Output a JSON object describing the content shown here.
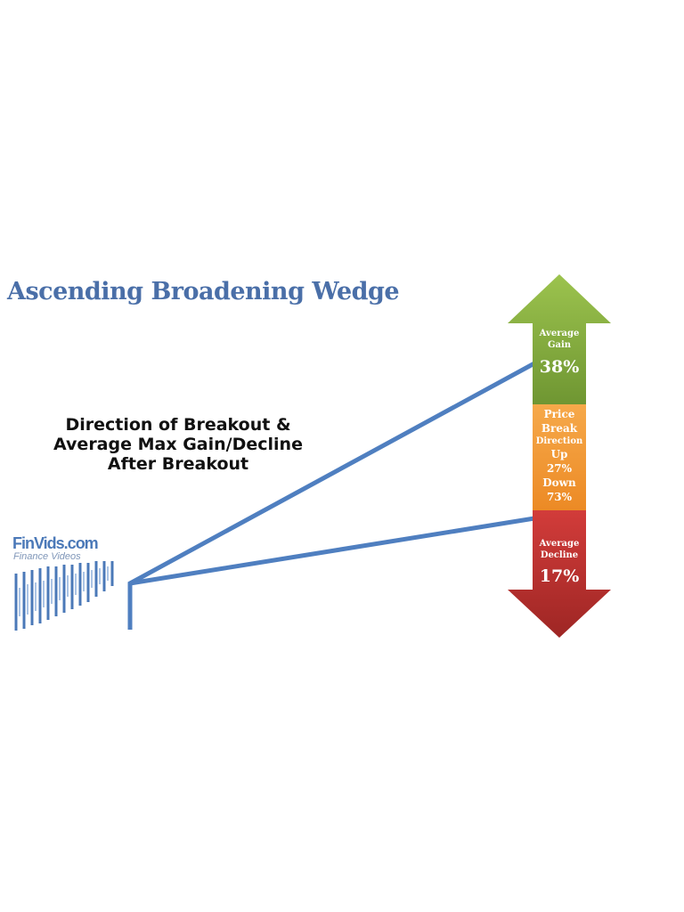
{
  "title": "Ascending Broadening Wedge",
  "subtitle": {
    "line1": "Direction of Breakout &",
    "line2": "Average Max Gain/Decline",
    "line3": "After Breakout"
  },
  "logo": {
    "name": "FinVids.com",
    "tagline": "Finance Videos"
  },
  "arrow": {
    "gain": {
      "label1": "Average",
      "label2": "Gain",
      "value": "38%",
      "color": "#7ea43a"
    },
    "price_break": {
      "label1": "Price",
      "label2": "Break",
      "label3": "Direction",
      "up_label": "Up",
      "up_value": "27%",
      "down_label": "Down",
      "down_value": "73%",
      "color": "#f0922d"
    },
    "decline": {
      "label1": "Average",
      "label2": "Decline",
      "value": "17%",
      "color": "#c0302f"
    }
  },
  "line_color": "#4f7fc0"
}
